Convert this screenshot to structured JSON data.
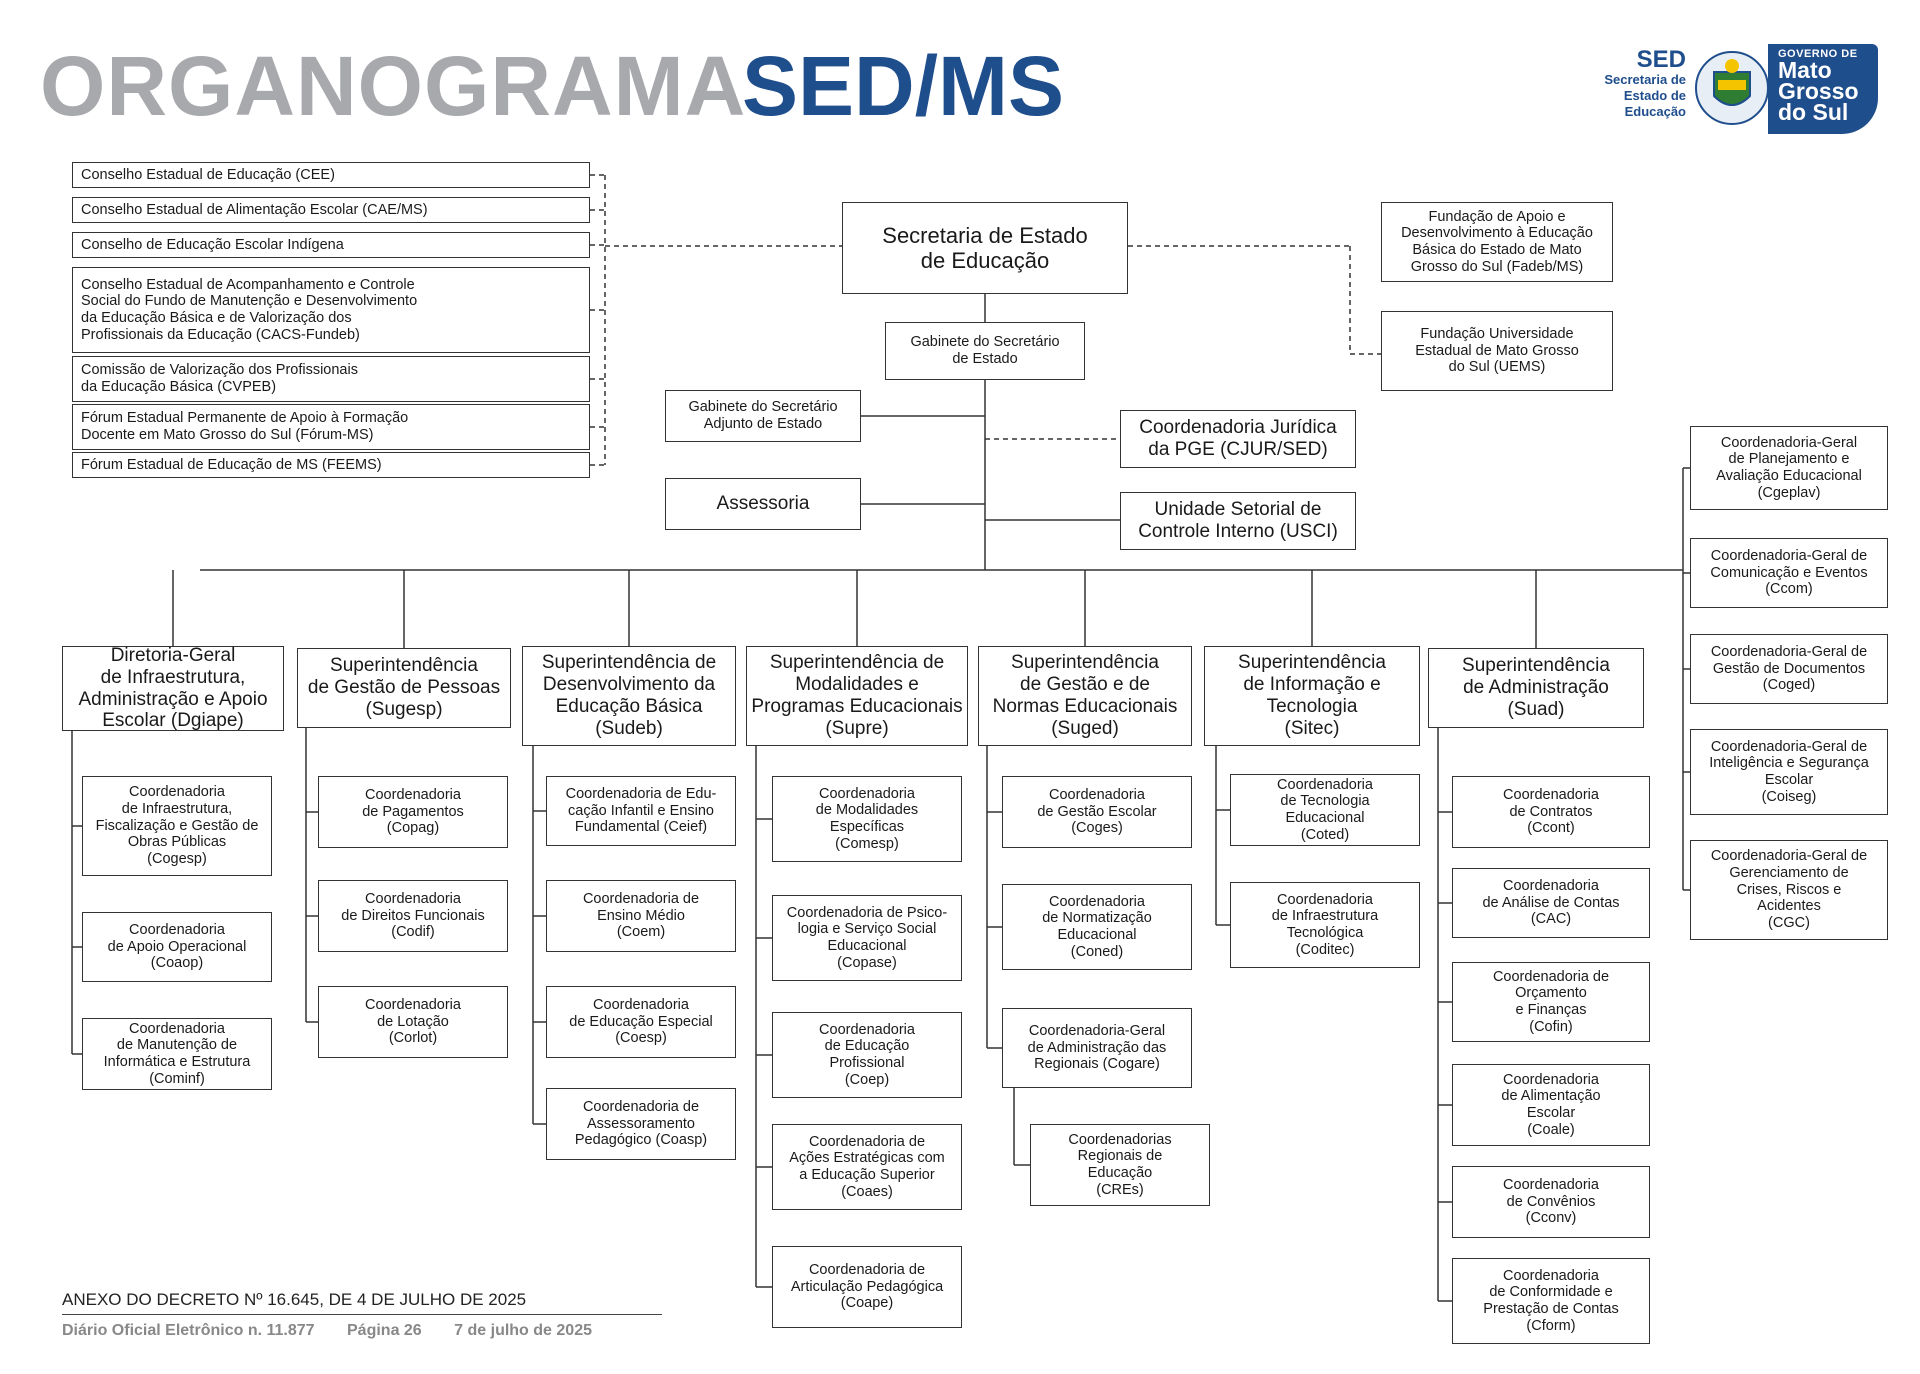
{
  "header": {
    "title_light": "ORGANOGRAMA",
    "title_bold": "SED/MS",
    "logo_sed_abbr": "SED",
    "logo_sed_line1": "Secretaria de",
    "logo_sed_line2": "Estado de",
    "logo_sed_line3": "Educação",
    "logo_gov_line1": "GOVERNO DE",
    "logo_gov_line2": "Mato",
    "logo_gov_line3": "Grosso",
    "logo_gov_line4": "do Sul"
  },
  "colors": {
    "brand_blue": "#1f4e8c",
    "title_gray": "#a7a9ac",
    "line": "#333333"
  },
  "councils": [
    "Conselho Estadual de Educação (CEE)",
    "Conselho Estadual de Alimentação Escolar (CAE/MS)",
    "Conselho de Educação Escolar Indígena",
    "Conselho Estadual de Acompanhamento e Controle\nSocial do Fundo de Manutenção e Desenvolvimento\nda Educação Básica e de Valorização dos\nProfissionais da Educação (CACS-Fundeb)",
    "Comissão de Valorização dos Profissionais\nda Educação Básica (CVPEB)",
    "Fórum Estadual Permanente de Apoio à Formação\nDocente em Mato Grosso do Sul (Fórum-MS)",
    "Fórum Estadual de Educação de MS (FEEMS)"
  ],
  "top": {
    "secretaria": "Secretaria de Estado\nde Educação",
    "gabinete": "Gabinete do Secretário\nde Estado",
    "gabinete_adjunto": "Gabinete do Secretário\nAdjunto de Estado",
    "assessoria": "Assessoria",
    "cjur": "Coordenadoria Jurídica\nda PGE (CJUR/SED)",
    "usci": "Unidade Setorial de\nControle Interno (USCI)",
    "fadeb": "Fundação de Apoio e\nDesenvolvimento à Educação\nBásica do Estado de Mato\nGrosso do Sul (Fadeb/MS)",
    "uems": "Fundação Universidade\nEstadual de Mato Grosso\ndo Sul (UEMS)"
  },
  "right_coords": [
    "Coordenadoria-Geral\nde Planejamento e\nAvaliação Educacional\n(Cgeplav)",
    "Coordenadoria-Geral de\nComunicação e Eventos\n(Ccom)",
    "Coordenadoria-Geral de\nGestão de Documentos\n(Coged)",
    "Coordenadoria-Geral de\nInteligência e Segurança\nEscolar\n(Coiseg)",
    "Coordenadoria-Geral de\nGerenciamento de\nCrises, Riscos e\nAcidentes\n(CGC)"
  ],
  "columns": [
    {
      "head": "Diretoria-Geral\nde Infraestrutura,\nAdministração e Apoio\nEscolar (Dgiape)",
      "children": [
        "Coordenadoria\nde Infraestrutura,\nFiscalização e Gestão de\nObras Públicas\n(Cogesp)",
        "Coordenadoria\nde Apoio Operacional\n(Coaop)",
        "Coordenadoria\nde Manutenção de\nInformática e Estrutura\n(Cominf)"
      ]
    },
    {
      "head": "Superintendência\nde Gestão de Pessoas\n(Sugesp)",
      "children": [
        "Coordenadoria\nde Pagamentos\n(Copag)",
        "Coordenadoria\nde Direitos Funcionais\n(Codif)",
        "Coordenadoria\nde Lotação\n(Corlot)"
      ]
    },
    {
      "head": "Superintendência de\nDesenvolvimento da\nEducação Básica\n(Sudeb)",
      "children": [
        "Coordenadoria de Edu-\ncação Infantil e Ensino\nFundamental (Ceief)",
        "Coordenadoria de\nEnsino Médio\n(Coem)",
        "Coordenadoria\nde Educação Especial\n(Coesp)",
        "Coordenadoria de\nAssessoramento\nPedagógico (Coasp)"
      ]
    },
    {
      "head": "Superintendência de\nModalidades e\nProgramas Educacionais\n(Supre)",
      "children": [
        "Coordenadoria\nde Modalidades\nEspecíficas\n(Comesp)",
        "Coordenadoria de Psico-\nlogia e Serviço Social\nEducacional\n(Copase)",
        "Coordenadoria\nde Educação\nProfissional\n(Coep)",
        "Coordenadoria de\nAções Estratégicas com\na Educação Superior\n(Coaes)",
        "Coordenadoria de\nArticulação Pedagógica\n(Coape)"
      ]
    },
    {
      "head": "Superintendência\nde  Gestão e de\nNormas Educacionais\n(Suged)",
      "children": [
        "Coordenadoria\nde Gestão Escolar\n(Coges)",
        "Coordenadoria\nde Normatização\nEducacional\n(Coned)",
        "Coordenadoria-Geral\nde Administração das\nRegionais (Cogare)",
        "Coordenadorias\nRegionais de\nEducação\n(CREs)"
      ]
    },
    {
      "head": "Superintendência\nde Informação e\nTecnologia\n(Sitec)",
      "children": [
        "Coordenadoria\nde Tecnologia\nEducacional\n(Coted)",
        "Coordenadoria\nde Infraestrutura\nTecnológica\n(Coditec)"
      ]
    },
    {
      "head": "Superintendência\nde  Administração\n(Suad)",
      "children": [
        "Coordenadoria\nde Contratos\n(Ccont)",
        "Coordenadoria\nde Análise de Contas\n(CAC)",
        "Coordenadoria de\nOrçamento\ne Finanças\n(Cofin)",
        "Coordenadoria\nde Alimentação\nEscolar\n(Coale)",
        "Coordenadoria\nde Convênios\n(Cconv)",
        "Coordenadoria\nde Conformidade e\nPrestação de Contas\n(Cform)"
      ]
    }
  ],
  "footer": {
    "annex": "ANEXO DO DECRETO Nº 16.645, DE 4 DE JULHO DE 2025",
    "diario": "Diário Oficial Eletrônico n. 11.877",
    "pagina": "Página 26",
    "date": "7 de julho de 2025"
  }
}
